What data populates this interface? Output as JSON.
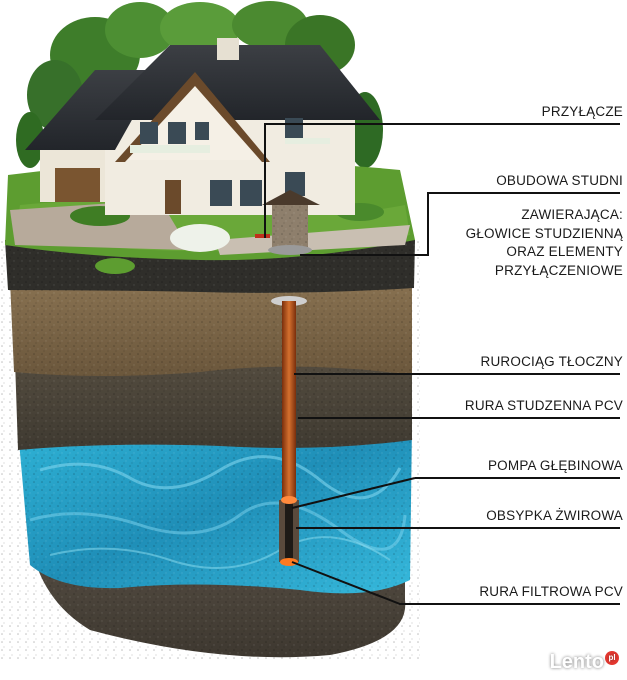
{
  "labels": {
    "przylacze": "PRZYŁĄCZE",
    "obudowa": "OBUDOWA STUDNI",
    "zawierajaca_1": "ZAWIERAJĄCA:",
    "zawierajaca_2": "GŁOWICE STUDZIENNĄ",
    "zawierajaca_3": "ORAZ ELEMENTY",
    "zawierajaca_4": "PRZYŁĄCZENIOWE",
    "rurociag": "RUROCIĄG TŁOCZNY",
    "rura_studzenna": "RURA STUDZENNA PCV",
    "pompa": "POMPA GŁĘBINOWA",
    "obsypka": "OBSYPKA ŻWIROWA",
    "rura_filtrowa": "RURA FILTROWA PCV"
  },
  "watermark": {
    "brand": "Lento",
    "suffix": "pl"
  },
  "colors": {
    "grass": "#5a9a2e",
    "topsoil": "#3b3a33",
    "brown_soil": "#7a6547",
    "dark_soil": "#4d463a",
    "water": "#2aa6c8",
    "pipe": "#b5541e",
    "leader_line": "#111111"
  }
}
